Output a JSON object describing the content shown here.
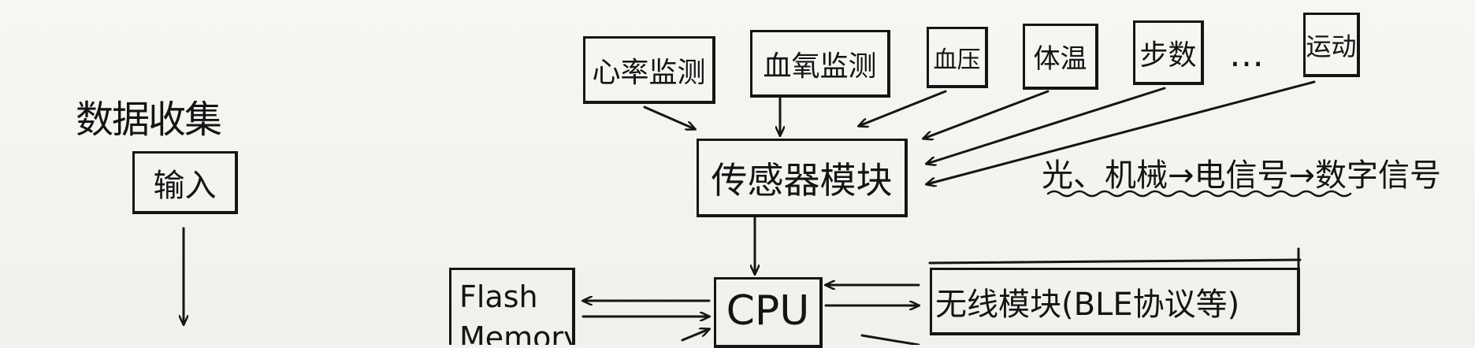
{
  "left": {
    "title": "数据收集",
    "input_box": "输入"
  },
  "sensors": [
    {
      "id": "heart",
      "label": "心率监测"
    },
    {
      "id": "spo2",
      "label": "血氧监测"
    },
    {
      "id": "bp",
      "label": "血压"
    },
    {
      "id": "temp",
      "label": "体温"
    },
    {
      "id": "steps",
      "label": "步数"
    },
    {
      "id": "more",
      "label": "…"
    },
    {
      "id": "motion",
      "label": "运动"
    }
  ],
  "sensor_module": "传感器模块",
  "note": "光、机械→电信号→数字信号",
  "cpu": "CPU",
  "flash": {
    "line1": "Flash",
    "line2": "Memory"
  },
  "wireless": "无线模块(BLE协议等)"
}
